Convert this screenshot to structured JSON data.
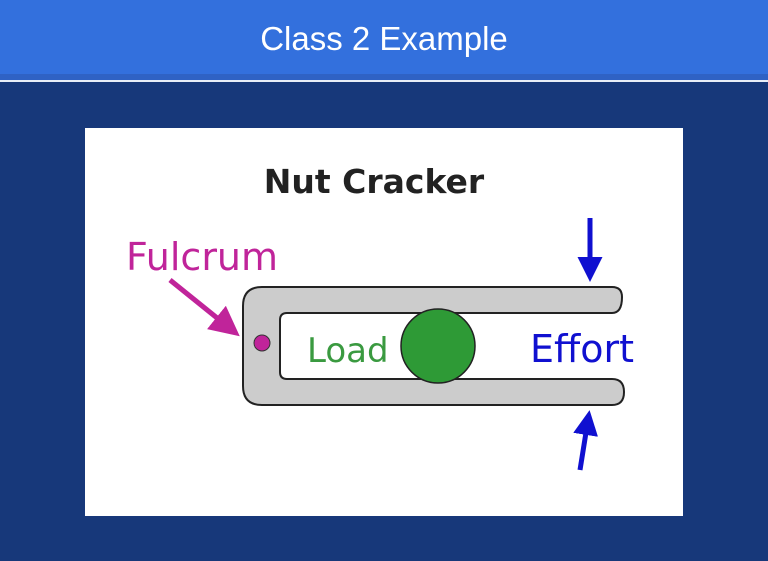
{
  "slide": {
    "title": "Class 2 Example"
  },
  "diagram": {
    "title": "Nut Cracker",
    "labels": {
      "fulcrum": "Fulcrum",
      "load": "Load",
      "effort": "Effort"
    },
    "colors": {
      "header": "#3370dd",
      "background": "#17387a",
      "fulcrum": "#c0249a",
      "load": "#2e9a36",
      "effort": "#1010d0",
      "lever": "#cccccc"
    }
  }
}
